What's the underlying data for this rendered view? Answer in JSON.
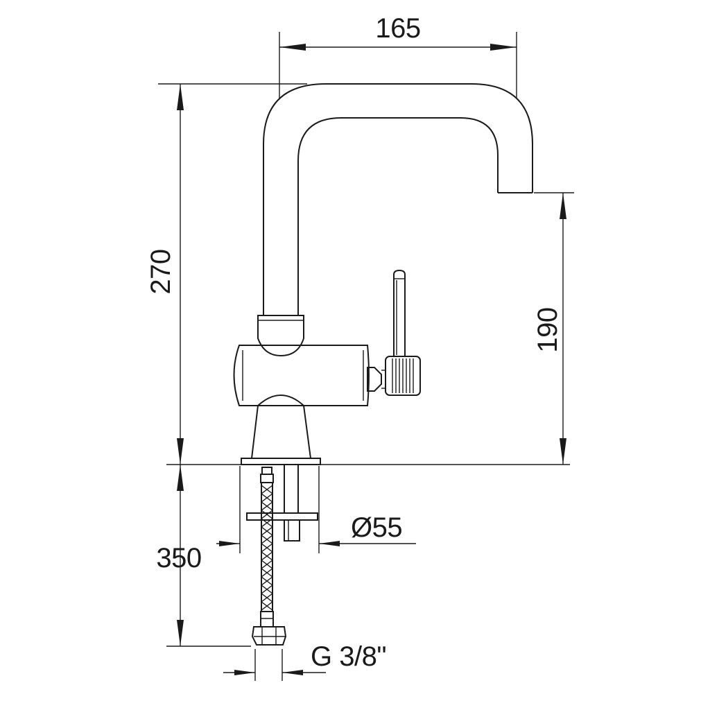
{
  "dimensions": {
    "spout_reach": "165",
    "total_height": "270",
    "spout_height": "190",
    "hose_length": "350",
    "base_diameter": "Ø55",
    "connection_thread": "G 3/8\""
  },
  "colors": {
    "line": "#1a1a1a",
    "background": "#ffffff"
  }
}
